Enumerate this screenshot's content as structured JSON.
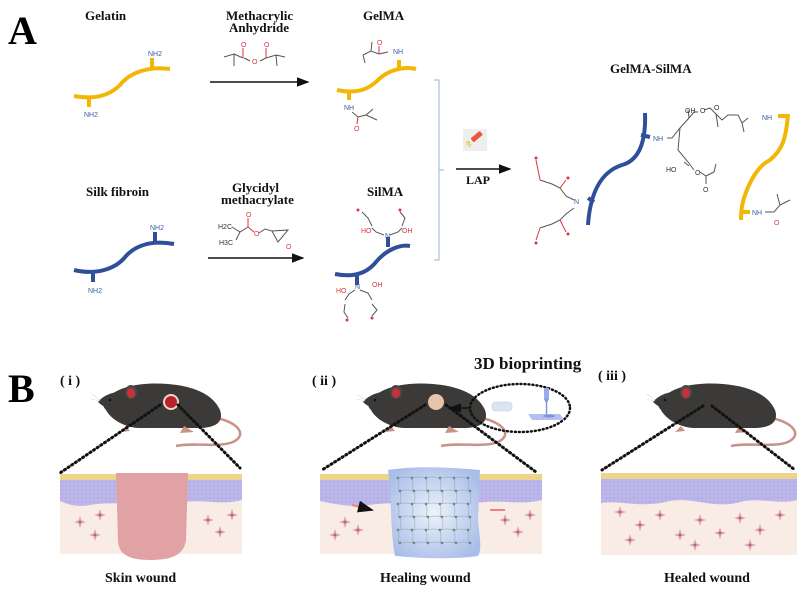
{
  "figure": {
    "panel_a": {
      "label": "A",
      "gelatin": {
        "title": "Gelatin",
        "group_top": "NH2",
        "group_bottom": "NH2"
      },
      "reagent_1": {
        "line1": "Methacrylic",
        "line2": "Anhydride"
      },
      "gelma": {
        "title": "GelMA",
        "group": "NH",
        "atom_o": "O"
      },
      "silk": {
        "title": "Silk fibroin",
        "group_top": "NH2",
        "group_bottom": "NH2"
      },
      "reagent_2": {
        "line1": "Glycidyl",
        "line2": "methacrylate",
        "h2c": "H2C",
        "h3c": "H3C",
        "atom_o": "O"
      },
      "silma": {
        "title": "SilMA",
        "atom_n": "N",
        "oh": "OH",
        "ho": "HO"
      },
      "crosslink": {
        "agent": "LAP",
        "icon": "uv-light-icon"
      },
      "product": {
        "title": "GelMA-SilMA",
        "nh": "NH",
        "oh": "OH",
        "ho": "HO",
        "atom_o": "O",
        "atom_n": "N"
      }
    },
    "panel_b": {
      "label": "B",
      "stages": [
        {
          "roman": "( i )",
          "caption": "Skin wound",
          "state": "open-wound"
        },
        {
          "roman": "( ii )",
          "caption": "Healing wound",
          "state": "hydrogel-implanted"
        },
        {
          "roman": "( iii )",
          "caption": "Healed wound",
          "state": "healed"
        }
      ],
      "bioprinting": {
        "title": "3D bioprinting"
      }
    },
    "colors": {
      "gelatin": "#f2b705",
      "silk": "#2f4f9a",
      "nitrogen": "#3a5aa6",
      "oxygen": "#d9363e",
      "mouse": "#3b3a38",
      "wound": "#b8232b",
      "hydrogel": "#a9bde8",
      "epidermis": "#b7b1e6",
      "stratum": "#ecd58a",
      "dermis": "#f8ece4",
      "cells": "#d99aa8",
      "wound_bed": "#e0a2a5"
    }
  }
}
